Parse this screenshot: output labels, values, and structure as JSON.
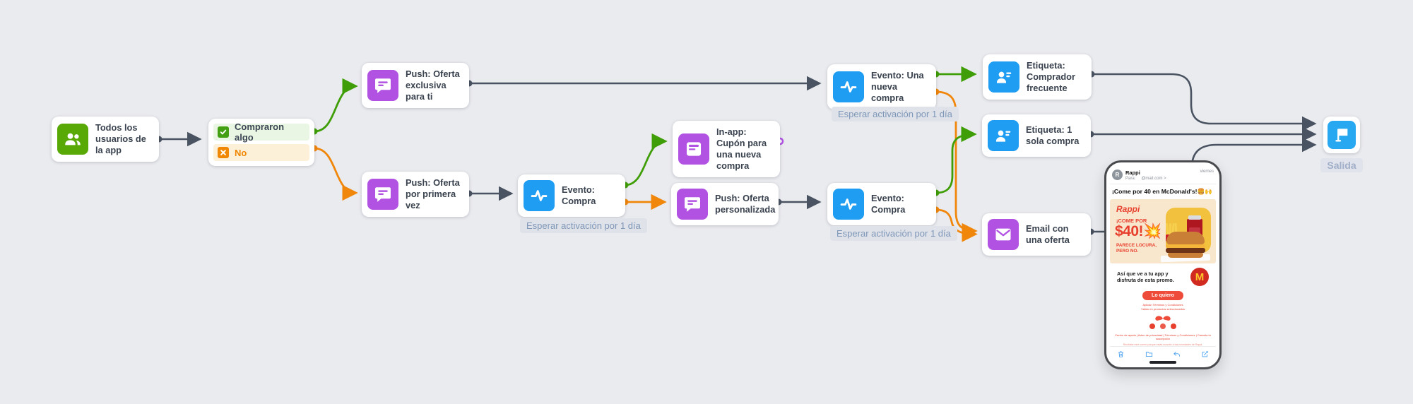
{
  "flow": {
    "nodes": {
      "entry": {
        "title": "Todos los usuarios de la app"
      },
      "decision": {
        "options": [
          {
            "label": "Compraron algo"
          },
          {
            "label": "No"
          }
        ]
      },
      "push_exclusive": {
        "title": "Push: Oferta exclusiva para ti"
      },
      "push_first": {
        "title": "Push: Oferta por primera vez"
      },
      "event_purchase_1": {
        "title": "Evento: Compra",
        "wait": "Esperar activación por 1 día"
      },
      "inapp_coupon": {
        "title": "In-app: Cupón para una nueva compra"
      },
      "push_personalized": {
        "title": "Push: Oferta personalizada"
      },
      "event_purchase_2": {
        "title": "Evento: Compra",
        "wait": "Esperar activación por 1 día"
      },
      "event_new_purchase": {
        "title": "Evento: Una nueva compra",
        "wait": "Esperar activación por 1 día"
      },
      "tag_frequent": {
        "title": "Etiqueta: Comprador frecuente"
      },
      "tag_single": {
        "title": "Etiqueta: 1 sola compra"
      },
      "email_offer": {
        "title": "Email con una oferta"
      },
      "exit": {
        "label": "Salida"
      }
    },
    "colors": {
      "canvas": "#eaebef",
      "edge_dark": "#4a5361",
      "edge_green": "#3f9e07",
      "edge_orange": "#f0860a",
      "icon_green": "#58a806",
      "icon_purple": "#b152e3",
      "icon_blue": "#1e9df2"
    }
  },
  "phone": {
    "sender": "Rappi",
    "avatar_letter": "R",
    "to_label": "Para:",
    "to_value": "@mail.com >",
    "date": "viernes",
    "subject": "¡Come por 40 en McDonald's!🍔🙌",
    "creative": {
      "brand": "Rappi",
      "line1": "¡COME POR",
      "amount": "$40!💥",
      "line2": "PARECE LOCURA, PERO NO."
    },
    "body_text": "Así que ve a tu app y disfruta de esta promo.",
    "mc_logo_letter": "M",
    "cta": "Lo quiero",
    "terms": [
      "Aplican Términos y Condiciones",
      "Válido en productos seleccionados"
    ],
    "footer_links": "Centro de ayuda  |  Aviso de privacidad  |  Términos y Condiciones  |  Cancela tu suscripción",
    "legal": "Recibiste este correo porque estás suscrito a las novedades de Rappi."
  }
}
